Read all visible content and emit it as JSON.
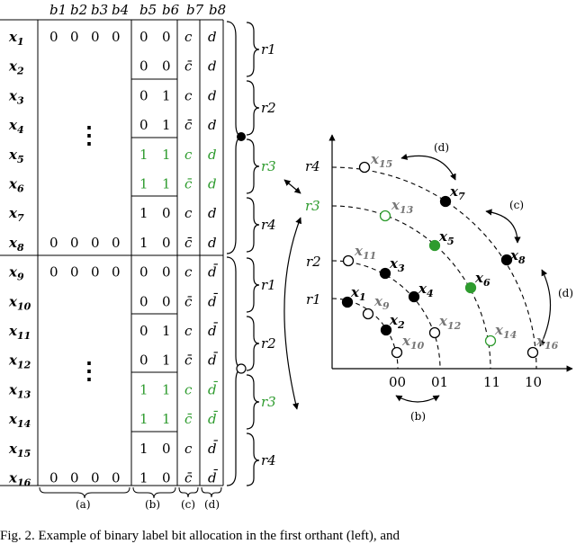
{
  "table": {
    "columns": [
      "b1",
      "b2",
      "b3",
      "b4",
      "b5",
      "b6",
      "b7",
      "b8"
    ],
    "rows": [
      {
        "label": "x1",
        "cells": [
          "0",
          "0",
          "0",
          "0",
          "0",
          "0",
          "c",
          "d"
        ],
        "colored": false
      },
      {
        "label": "x2",
        "cells": [
          "",
          "",
          "",
          "",
          "0",
          "0",
          "c̄",
          "d"
        ],
        "colored": false
      },
      {
        "label": "x3",
        "cells": [
          "",
          "",
          "",
          "",
          "0",
          "1",
          "c",
          "d"
        ],
        "colored": false
      },
      {
        "label": "x4",
        "cells": [
          "",
          "",
          "",
          "",
          "0",
          "1",
          "c̄",
          "d"
        ],
        "colored": false
      },
      {
        "label": "x5",
        "cells": [
          "",
          "",
          "",
          "",
          "1",
          "1",
          "c",
          "d"
        ],
        "colored": true
      },
      {
        "label": "x6",
        "cells": [
          "",
          "",
          "",
          "",
          "1",
          "1",
          "c̄",
          "d"
        ],
        "colored": true
      },
      {
        "label": "x7",
        "cells": [
          "",
          "",
          "",
          "",
          "1",
          "0",
          "c",
          "d"
        ],
        "colored": false
      },
      {
        "label": "x8",
        "cells": [
          "0",
          "0",
          "0",
          "0",
          "1",
          "0",
          "c̄",
          "d"
        ],
        "colored": false
      },
      {
        "label": "x9",
        "cells": [
          "0",
          "0",
          "0",
          "0",
          "0",
          "0",
          "c",
          "d̄"
        ],
        "colored": false
      },
      {
        "label": "x10",
        "cells": [
          "",
          "",
          "",
          "",
          "0",
          "0",
          "c̄",
          "d̄"
        ],
        "colored": false
      },
      {
        "label": "x11",
        "cells": [
          "",
          "",
          "",
          "",
          "0",
          "1",
          "c",
          "d̄"
        ],
        "colored": false
      },
      {
        "label": "x12",
        "cells": [
          "",
          "",
          "",
          "",
          "0",
          "1",
          "c̄",
          "d̄"
        ],
        "colored": false
      },
      {
        "label": "x13",
        "cells": [
          "",
          "",
          "",
          "",
          "1",
          "1",
          "c",
          "d̄"
        ],
        "colored": true
      },
      {
        "label": "x14",
        "cells": [
          "",
          "",
          "",
          "",
          "1",
          "1",
          "c̄",
          "d̄"
        ],
        "colored": true
      },
      {
        "label": "x15",
        "cells": [
          "",
          "",
          "",
          "",
          "1",
          "0",
          "c",
          "d̄"
        ],
        "colored": false
      },
      {
        "label": "x16",
        "cells": [
          "0",
          "0",
          "0",
          "0",
          "1",
          "0",
          "c̄",
          "d̄"
        ],
        "colored": false
      }
    ],
    "ellipsis": "⋮",
    "radius_labels": [
      "r1",
      "r2",
      "r3",
      "r4",
      "r1",
      "r2",
      "r3",
      "r4"
    ],
    "bottom_labels": [
      "(a)",
      "(b)",
      "(c)",
      "(d)"
    ]
  },
  "plot": {
    "radius_labels": [
      "r1",
      "r2",
      "r3",
      "r4"
    ],
    "x_ticks": [
      "00",
      "01",
      "11",
      "10"
    ],
    "point_labels": [
      "x1",
      "x2",
      "x3",
      "x4",
      "x5",
      "x6",
      "x7",
      "x8",
      "x9",
      "x10",
      "x11",
      "x12",
      "x13",
      "x14",
      "x15",
      "x16"
    ],
    "swap_labels": [
      "(d)",
      "(c)",
      "(d)",
      "(b)"
    ]
  },
  "caption": "Fig. 2.   Example of binary label bit allocation in the first orthant (left), and"
}
